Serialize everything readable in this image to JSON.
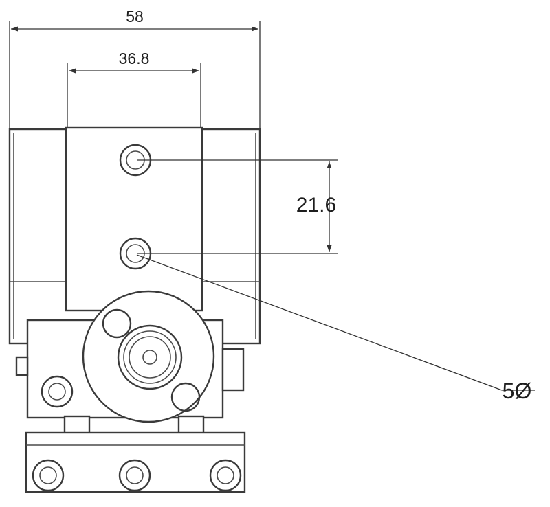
{
  "dimensions": {
    "overall_width": "58",
    "inner_width": "36.8",
    "hole_spacing": "21.6",
    "hole_diameter": "5Ø"
  },
  "colors": {
    "line": "#3a3a3a",
    "text": "#1e1e1e",
    "background": "#ffffff"
  }
}
